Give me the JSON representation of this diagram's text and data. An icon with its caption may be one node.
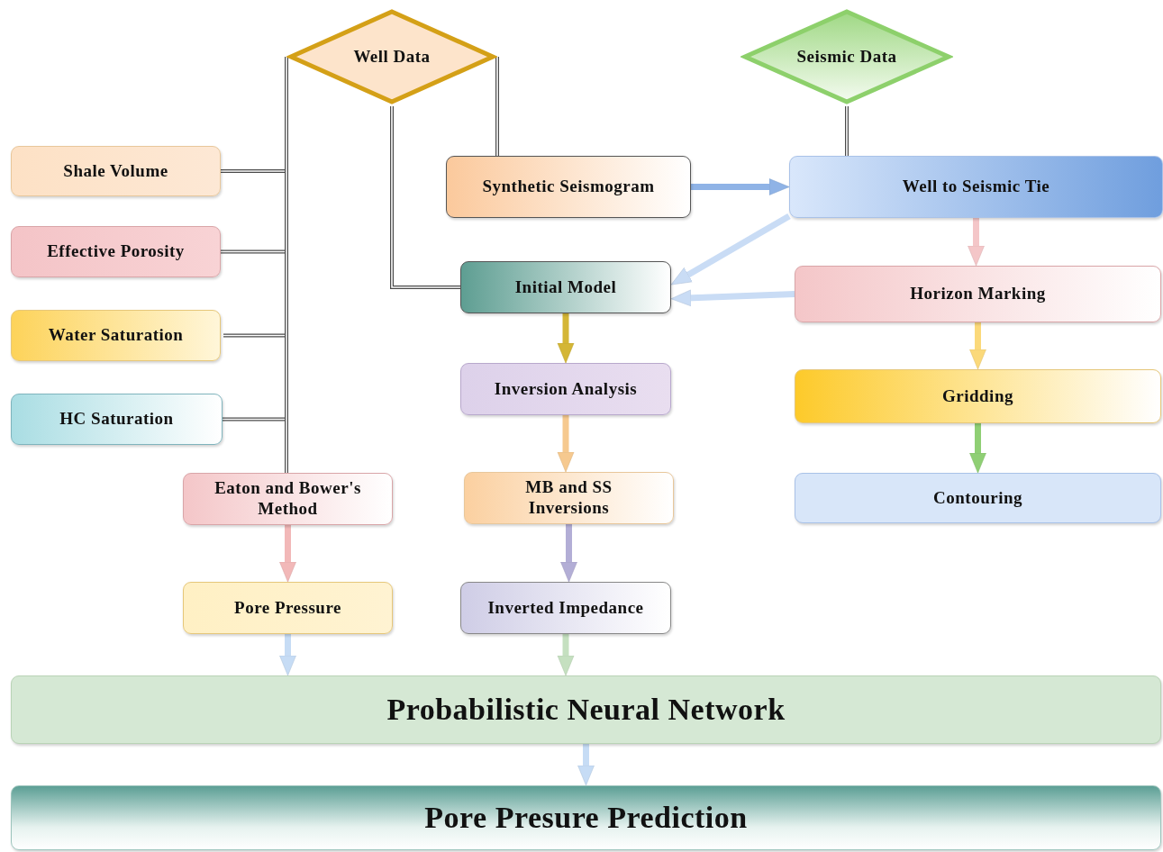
{
  "diagram": {
    "nodes": [
      {
        "text": [
          "Well Data"
        ]
      },
      {
        "text": [
          "Seismic Data"
        ]
      },
      {
        "text": [
          "Shale Volume"
        ]
      },
      {
        "text": [
          "Effective Porosity"
        ]
      },
      {
        "text": [
          "Water Saturation"
        ]
      },
      {
        "text": [
          "HC Saturation"
        ]
      },
      {
        "text": [
          "Synthetic Seismogram"
        ]
      },
      {
        "text": [
          "Well to Seismic Tie"
        ]
      },
      {
        "text": [
          "Initial Model"
        ]
      },
      {
        "text": [
          "Horizon Marking"
        ]
      },
      {
        "text": [
          "Inversion Analysis"
        ]
      },
      {
        "text": [
          "Gridding"
        ]
      },
      {
        "text": [
          "Eaton and Bower's Method"
        ]
      },
      {
        "text": [
          "MB and SS Inversions"
        ]
      },
      {
        "text": [
          "Contouring"
        ]
      },
      {
        "text": [
          "Pore Pressure"
        ]
      },
      {
        "text": [
          "Inverted Impedance"
        ]
      },
      {
        "text": [
          "Probabilistic Neural Network"
        ]
      },
      {
        "text": [
          "Pore Presure Prediction"
        ]
      }
    ],
    "edges": [
      {
        "from": 0,
        "to": 2,
        "arrow": "none"
      },
      {
        "from": 0,
        "to": 3,
        "arrow": "none"
      },
      {
        "from": 0,
        "to": 4,
        "arrow": "none"
      },
      {
        "from": 0,
        "to": 5,
        "arrow": "none"
      },
      {
        "from": 0,
        "to": 12,
        "arrow": "none"
      },
      {
        "from": 0,
        "to": 6,
        "arrow": "none"
      },
      {
        "from": 0,
        "to": 8,
        "arrow": "none"
      },
      {
        "from": 1,
        "to": 7,
        "arrow": "none"
      },
      {
        "from": 6,
        "to": 7,
        "arrow": "to",
        "color": "#8fb3e6"
      },
      {
        "from": 7,
        "to": 8,
        "arrow": "to",
        "color": "#c9dcf5"
      },
      {
        "from": 9,
        "to": 8,
        "arrow": "to",
        "color": "#c9dcf5"
      },
      {
        "from": 7,
        "to": 9,
        "arrow": "to",
        "color": "#f4c6c8"
      },
      {
        "from": 8,
        "to": 10,
        "arrow": "to",
        "color": "#d4b636"
      },
      {
        "from": 10,
        "to": 13,
        "arrow": "to",
        "color": "#f6c98f"
      },
      {
        "from": 13,
        "to": 16,
        "arrow": "to",
        "color": "#b3aed6"
      },
      {
        "from": 9,
        "to": 11,
        "arrow": "to",
        "color": "#fbd97a"
      },
      {
        "from": 11,
        "to": 14,
        "arrow": "to",
        "color": "#8fcf74"
      },
      {
        "from": 12,
        "to": 15,
        "arrow": "to",
        "color": "#f2b8b8"
      },
      {
        "from": 15,
        "to": 17,
        "arrow": "to",
        "color": "#c6dcf5"
      },
      {
        "from": 16,
        "to": 17,
        "arrow": "to",
        "color": "#c5e0c0"
      },
      {
        "from": 17,
        "to": 18,
        "arrow": "to",
        "color": "#c6dcf5"
      }
    ]
  }
}
